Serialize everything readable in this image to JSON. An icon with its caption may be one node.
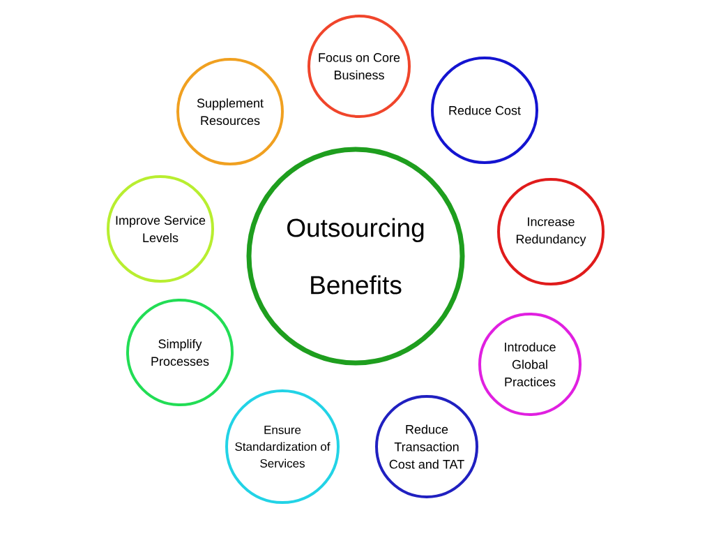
{
  "diagram": {
    "nodes": [
      {
        "text": [
          "Outsourcing Benefits"
        ]
      },
      {
        "text": [
          "Focus on Core Business"
        ]
      },
      {
        "text": [
          "Reduce Cost"
        ]
      },
      {
        "text": [
          "Increase Redundancy"
        ]
      },
      {
        "text": [
          "Introduce Global Practices"
        ]
      },
      {
        "text": [
          "Reduce Transaction Cost and TAT"
        ]
      },
      {
        "text": [
          "Ensure Standardization of Services"
        ]
      },
      {
        "text": [
          "Simplify Processes"
        ]
      },
      {
        "text": [
          "Improve Service Levels"
        ]
      },
      {
        "text": [
          "Supplement Resources"
        ]
      }
    ]
  }
}
